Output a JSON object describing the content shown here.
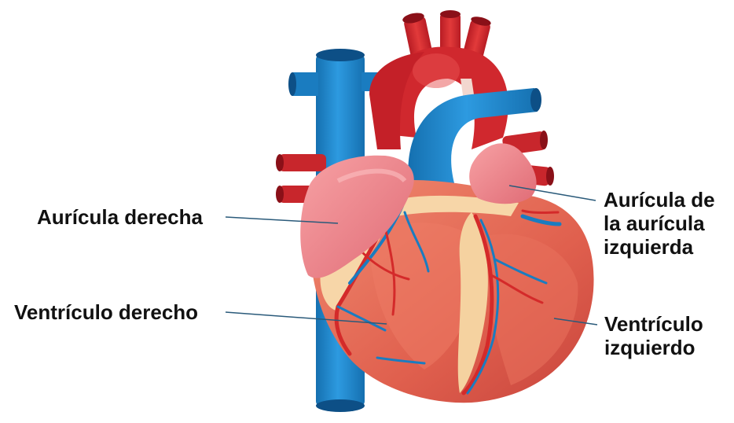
{
  "labels": {
    "right_atrium": "Aurícula derecha",
    "right_ventricle": "Ventrículo derecho",
    "left_atrium": [
      "Aurícula de",
      "la aurícula",
      "izquierda"
    ],
    "left_ventricle": [
      "Ventrículo",
      "izquierdo"
    ]
  },
  "colors": {
    "vein_blue": "#1c86c8",
    "artery_red": "#c8202a",
    "muscle": "#e46a55",
    "atrium_pink": "#f08a8e",
    "fat": "#f7d6a8",
    "leader_line": "#2a5a7a"
  },
  "icons": [
    "heart-illustration"
  ]
}
